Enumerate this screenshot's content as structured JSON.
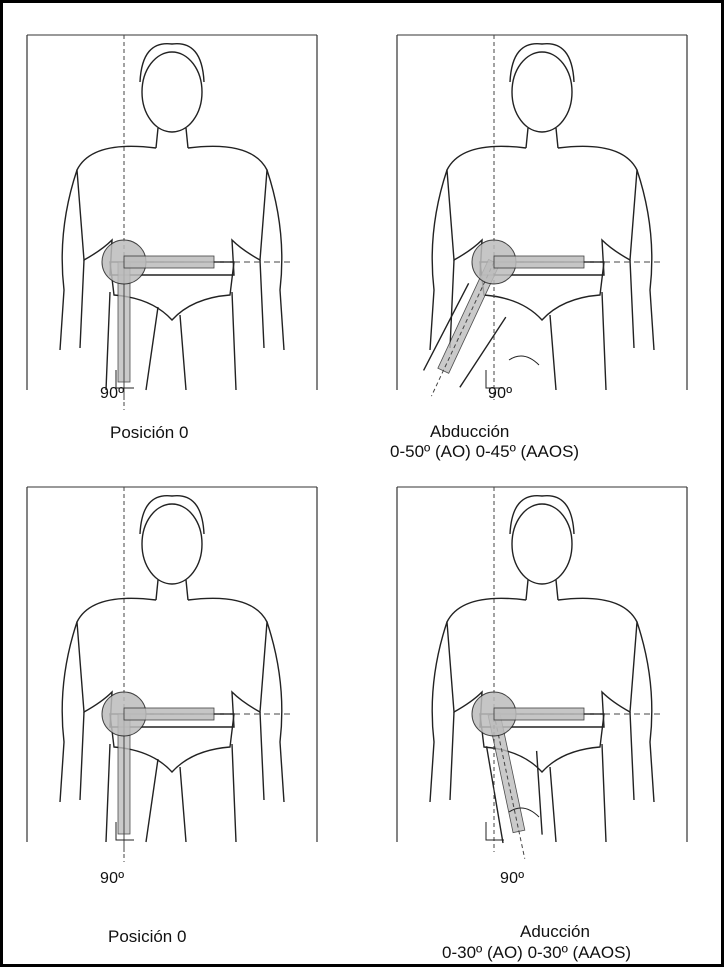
{
  "figure": {
    "panels": [
      {
        "id": "p1",
        "caption": "Posición 0",
        "angle_label": "90º",
        "abduction_deg": 0,
        "sub": ""
      },
      {
        "id": "p2",
        "caption": "Abducción",
        "angle_label": "90º",
        "abduction_deg": 25,
        "sub": "0-50º (AO)  0-45º (AAOS)"
      },
      {
        "id": "p3",
        "caption": "Posición 0",
        "angle_label": "90º",
        "abduction_deg": 0,
        "sub": ""
      },
      {
        "id": "p4",
        "caption": "Aducción",
        "angle_label": "90º",
        "abduction_deg": -12,
        "sub": "0-30º (AO)  0-30º (AAOS)"
      }
    ]
  },
  "colors": {
    "line": "#222222",
    "dash": "#444444",
    "goniometer": "#bdbdbd"
  }
}
